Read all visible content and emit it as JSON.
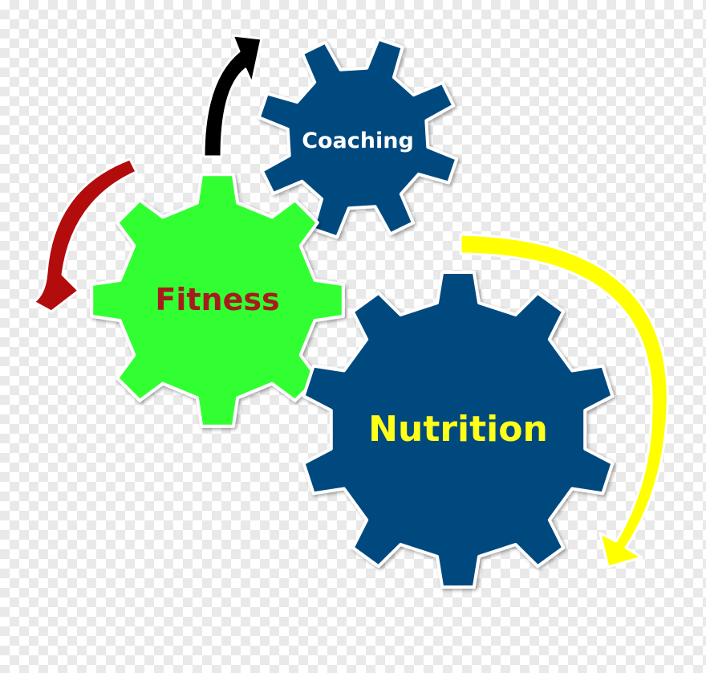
{
  "diagram": {
    "gears": {
      "coaching": {
        "label": "Coaching",
        "fill": "#004a7f",
        "text_color": "#ffffff"
      },
      "fitness": {
        "label": "Fitness",
        "fill": "#33ff33",
        "text_color": "#a61c1c"
      },
      "nutrition": {
        "label": "Nutrition",
        "fill": "#004a7f",
        "text_color": "#ffff1a"
      }
    },
    "arrows": {
      "top": {
        "color": "#000000"
      },
      "left": {
        "color": "#b30c0c"
      },
      "right": {
        "color": "#ffff00"
      }
    }
  }
}
